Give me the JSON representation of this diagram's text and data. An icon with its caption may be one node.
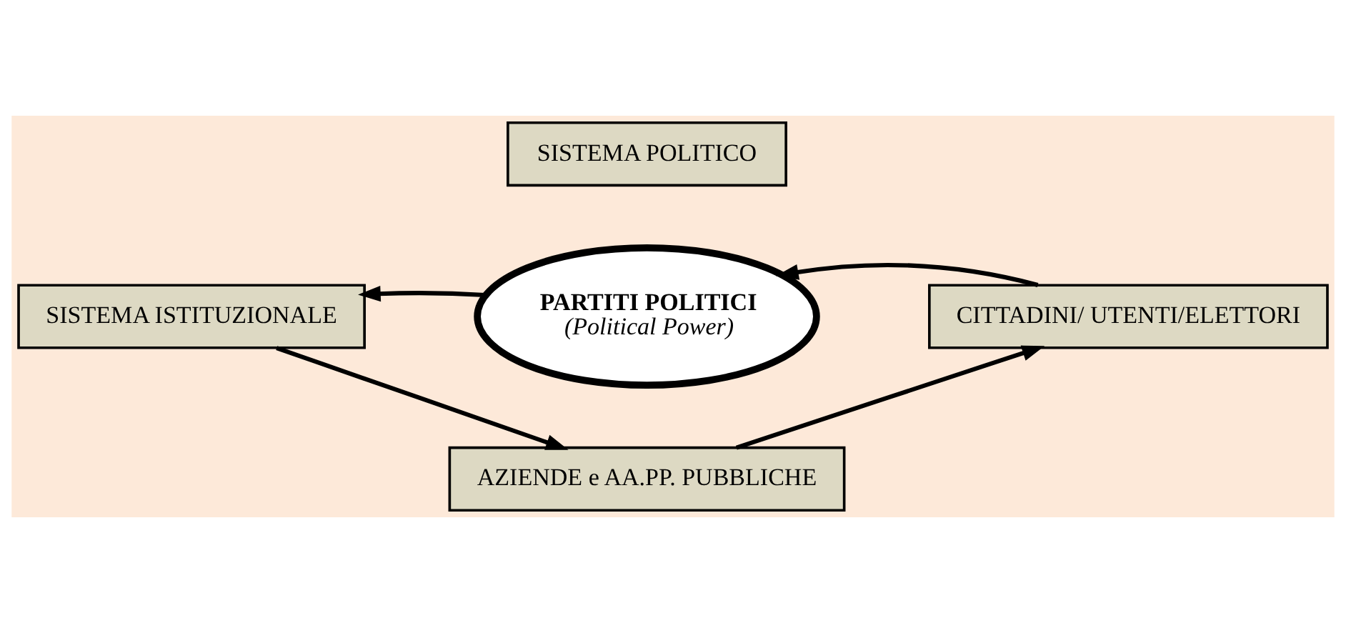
{
  "diagram": {
    "nodes": [
      {
        "text": [
          "SISTEMA POLITICO"
        ]
      },
      {
        "text": [
          "SISTEMA ISTITUZIONALE"
        ]
      },
      {
        "text": [
          "PARTITI POLITICI",
          "(Political Power)"
        ]
      },
      {
        "text": [
          "CITTADINI/ UTENTI/ELETTORI"
        ]
      },
      {
        "text": [
          "AZIENDE e AA.PP. PUBBLICHE"
        ]
      }
    ],
    "edges": [
      {
        "from": 2,
        "to": 1,
        "arrow": "to"
      },
      {
        "from": 3,
        "to": 2,
        "arrow": "to"
      },
      {
        "from": 1,
        "to": 4,
        "arrow": "to"
      },
      {
        "from": 4,
        "to": 3,
        "arrow": "to"
      }
    ]
  }
}
